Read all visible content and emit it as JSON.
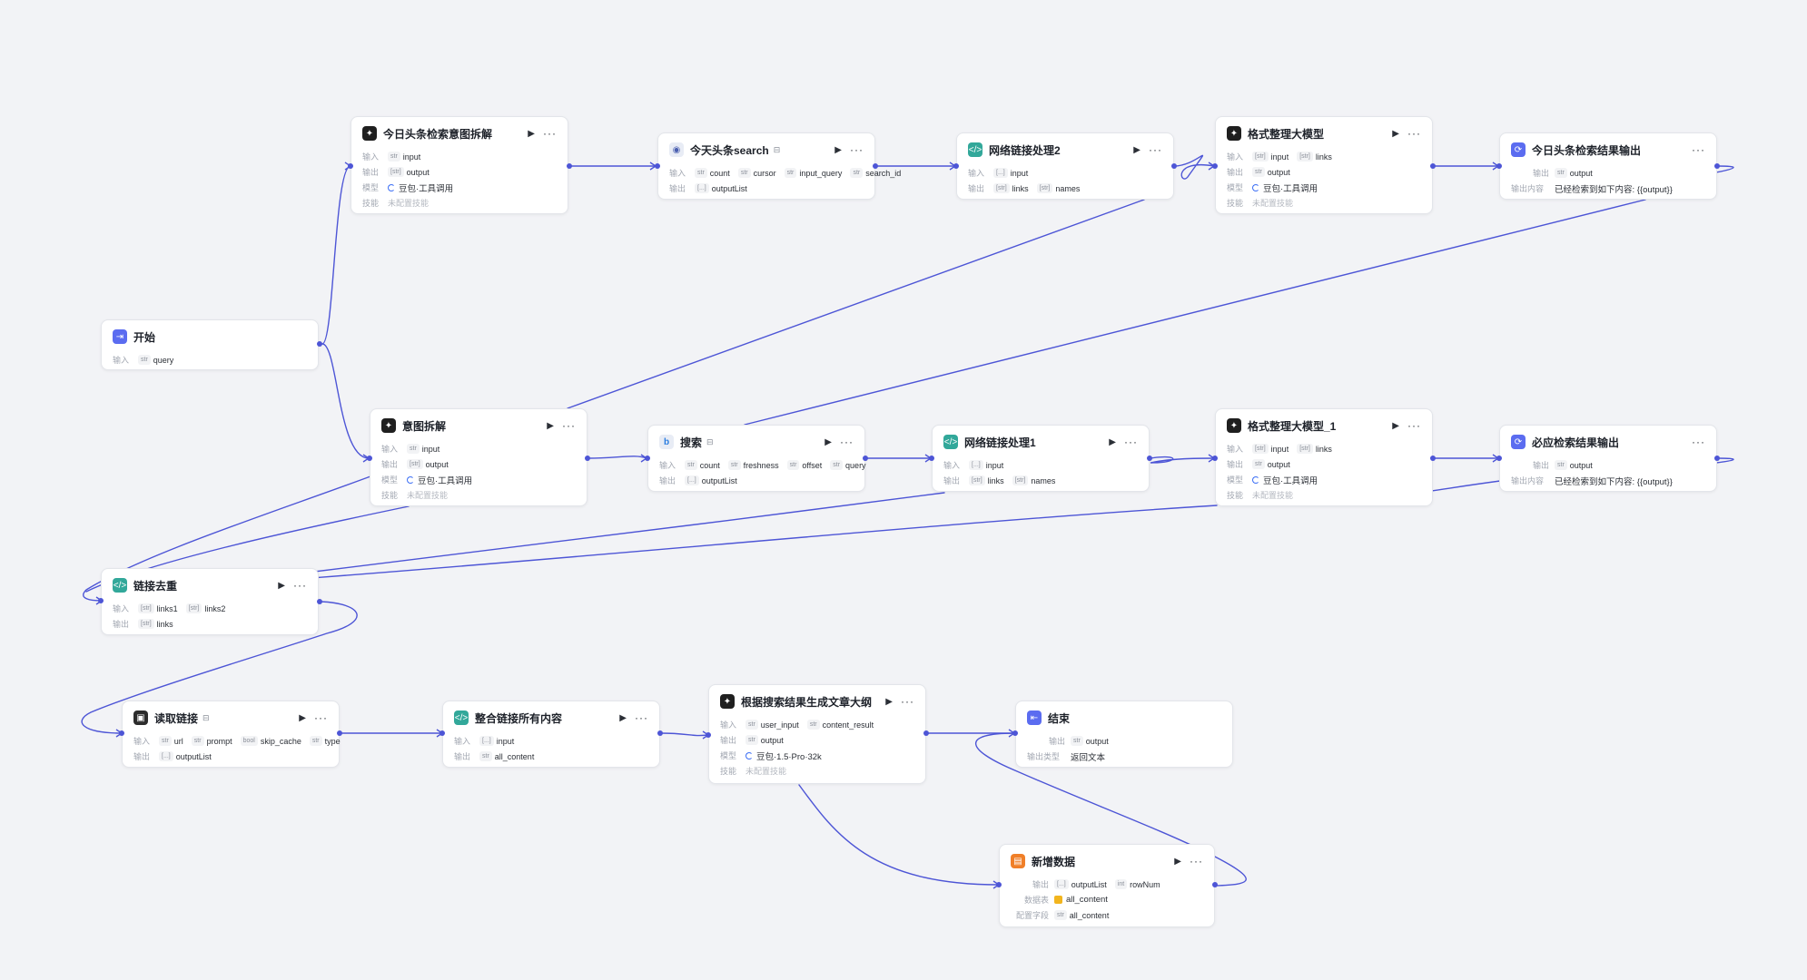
{
  "colors": {
    "background": "#f2f3f6",
    "edge": "#4d55d6",
    "node_border": "#e3e5ea"
  },
  "nodes": {
    "jrttIntent": {
      "title": "今日头条检索意图拆解",
      "icon": "llm-icon",
      "run_icon": "play-icon",
      "more_icon": "more-icon",
      "input_label": "输入",
      "output_label": "输出",
      "model_label": "模型",
      "skill_label": "技能",
      "inputs": [
        {
          "type": "str",
          "name": "input"
        }
      ],
      "outputs": [
        {
          "type": "[str]",
          "name": "output"
        }
      ],
      "model": "豆包·工具调用",
      "skill": "未配置技能"
    },
    "jrttSearch": {
      "title": "今天头条search",
      "icon": "plugin-icon",
      "lock": "⊟",
      "input_label": "输入",
      "output_label": "输出",
      "inputs": [
        {
          "type": "str",
          "name": "count"
        },
        {
          "type": "str",
          "name": "cursor"
        },
        {
          "type": "str",
          "name": "input_query"
        },
        {
          "type": "str",
          "name": "search_id"
        }
      ],
      "outputs": [
        {
          "type": "[...]",
          "name": "outputList"
        }
      ]
    },
    "linkProc2": {
      "title": "网络链接处理2",
      "icon": "code-icon",
      "input_label": "输入",
      "output_label": "输出",
      "inputs": [
        {
          "type": "[...]",
          "name": "input"
        }
      ],
      "outputs": [
        {
          "type": "[str]",
          "name": "links"
        },
        {
          "type": "[str]",
          "name": "names"
        }
      ]
    },
    "fmtLLM": {
      "title": "格式整理大模型",
      "icon": "llm-icon",
      "input_label": "输入",
      "output_label": "输出",
      "model_label": "模型",
      "skill_label": "技能",
      "inputs": [
        {
          "type": "[str]",
          "name": "input"
        },
        {
          "type": "[str]",
          "name": "links"
        }
      ],
      "outputs": [
        {
          "type": "str",
          "name": "output"
        }
      ],
      "model": "豆包·工具调用",
      "skill": "未配置技能"
    },
    "jrttOutput": {
      "title": "今日头条检索结果输出",
      "icon": "output-icon",
      "output_label": "输出",
      "content_label": "输出内容",
      "outputs": [
        {
          "type": "str",
          "name": "output"
        }
      ],
      "content": "已经检索到如下内容: {{output}}"
    },
    "start": {
      "title": "开始",
      "icon": "start-icon",
      "input_label": "输入",
      "inputs": [
        {
          "type": "str",
          "name": "query"
        }
      ]
    },
    "intent": {
      "title": "意图拆解",
      "icon": "llm-icon",
      "input_label": "输入",
      "output_label": "输出",
      "model_label": "模型",
      "skill_label": "技能",
      "inputs": [
        {
          "type": "str",
          "name": "input"
        }
      ],
      "outputs": [
        {
          "type": "[str]",
          "name": "output"
        }
      ],
      "model": "豆包·工具调用",
      "skill": "未配置技能"
    },
    "search": {
      "title": "搜索",
      "icon": "bing-icon",
      "lock": "⊟",
      "input_label": "输入",
      "output_label": "输出",
      "inputs": [
        {
          "type": "str",
          "name": "count"
        },
        {
          "type": "str",
          "name": "freshness"
        },
        {
          "type": "str",
          "name": "offset"
        },
        {
          "type": "str",
          "name": "query"
        }
      ],
      "outputs": [
        {
          "type": "[...]",
          "name": "outputList"
        }
      ]
    },
    "linkProc1": {
      "title": "网络链接处理1",
      "icon": "code-icon",
      "input_label": "输入",
      "output_label": "输出",
      "inputs": [
        {
          "type": "[...]",
          "name": "input"
        }
      ],
      "outputs": [
        {
          "type": "[str]",
          "name": "links"
        },
        {
          "type": "[str]",
          "name": "names"
        }
      ]
    },
    "fmtLLM1": {
      "title": "格式整理大模型_1",
      "icon": "llm-icon",
      "input_label": "输入",
      "output_label": "输出",
      "model_label": "模型",
      "skill_label": "技能",
      "inputs": [
        {
          "type": "[str]",
          "name": "input"
        },
        {
          "type": "[str]",
          "name": "links"
        }
      ],
      "outputs": [
        {
          "type": "str",
          "name": "output"
        }
      ],
      "model": "豆包·工具调用",
      "skill": "未配置技能"
    },
    "mustOutput": {
      "title": "必应检索结果输出",
      "icon": "output-icon",
      "output_label": "输出",
      "content_label": "输出内容",
      "outputs": [
        {
          "type": "str",
          "name": "output"
        }
      ],
      "content": "已经检索到如下内容: {{output}}"
    },
    "dedup": {
      "title": "链接去重",
      "icon": "code-icon",
      "input_label": "输入",
      "output_label": "输出",
      "inputs": [
        {
          "type": "[str]",
          "name": "links1"
        },
        {
          "type": "[str]",
          "name": "links2"
        }
      ],
      "outputs": [
        {
          "type": "[str]",
          "name": "links"
        }
      ]
    },
    "readLink": {
      "title": "读取链接",
      "icon": "reader-icon",
      "lock": "⊟",
      "input_label": "输入",
      "output_label": "输出",
      "inputs": [
        {
          "type": "str",
          "name": "url"
        },
        {
          "type": "str",
          "name": "prompt"
        },
        {
          "type": "bool",
          "name": "skip_cache"
        },
        {
          "type": "str",
          "name": "type"
        }
      ],
      "outputs": [
        {
          "type": "[...]",
          "name": "outputList"
        }
      ]
    },
    "merge": {
      "title": "整合链接所有内容",
      "icon": "code-icon",
      "input_label": "输入",
      "output_label": "输出",
      "inputs": [
        {
          "type": "[...]",
          "name": "input"
        }
      ],
      "outputs": [
        {
          "type": "str",
          "name": "all_content"
        }
      ]
    },
    "outline": {
      "title": "根据搜索结果生成文章大纲",
      "icon": "llm-icon",
      "input_label": "输入",
      "output_label": "输出",
      "model_label": "模型",
      "skill_label": "技能",
      "inputs": [
        {
          "type": "str",
          "name": "user_input"
        },
        {
          "type": "str",
          "name": "content_result"
        }
      ],
      "outputs": [
        {
          "type": "str",
          "name": "output"
        }
      ],
      "model": "豆包·1.5·Pro·32k",
      "skill": "未配置技能"
    },
    "end": {
      "title": "结束",
      "icon": "end-icon",
      "output_label": "输出",
      "type_label": "输出类型",
      "outputs": [
        {
          "type": "str",
          "name": "output"
        }
      ],
      "output_type": "返回文本"
    },
    "addData": {
      "title": "新增数据",
      "icon": "database-icon",
      "output_label": "输出",
      "table_label": "数据表",
      "field_label": "配置字段",
      "outputs": [
        {
          "type": "[...]",
          "name": "outputList"
        },
        {
          "type": "int",
          "name": "rowNum"
        }
      ],
      "table": "all_content",
      "field": {
        "type": "str",
        "name": "all_content"
      }
    }
  }
}
